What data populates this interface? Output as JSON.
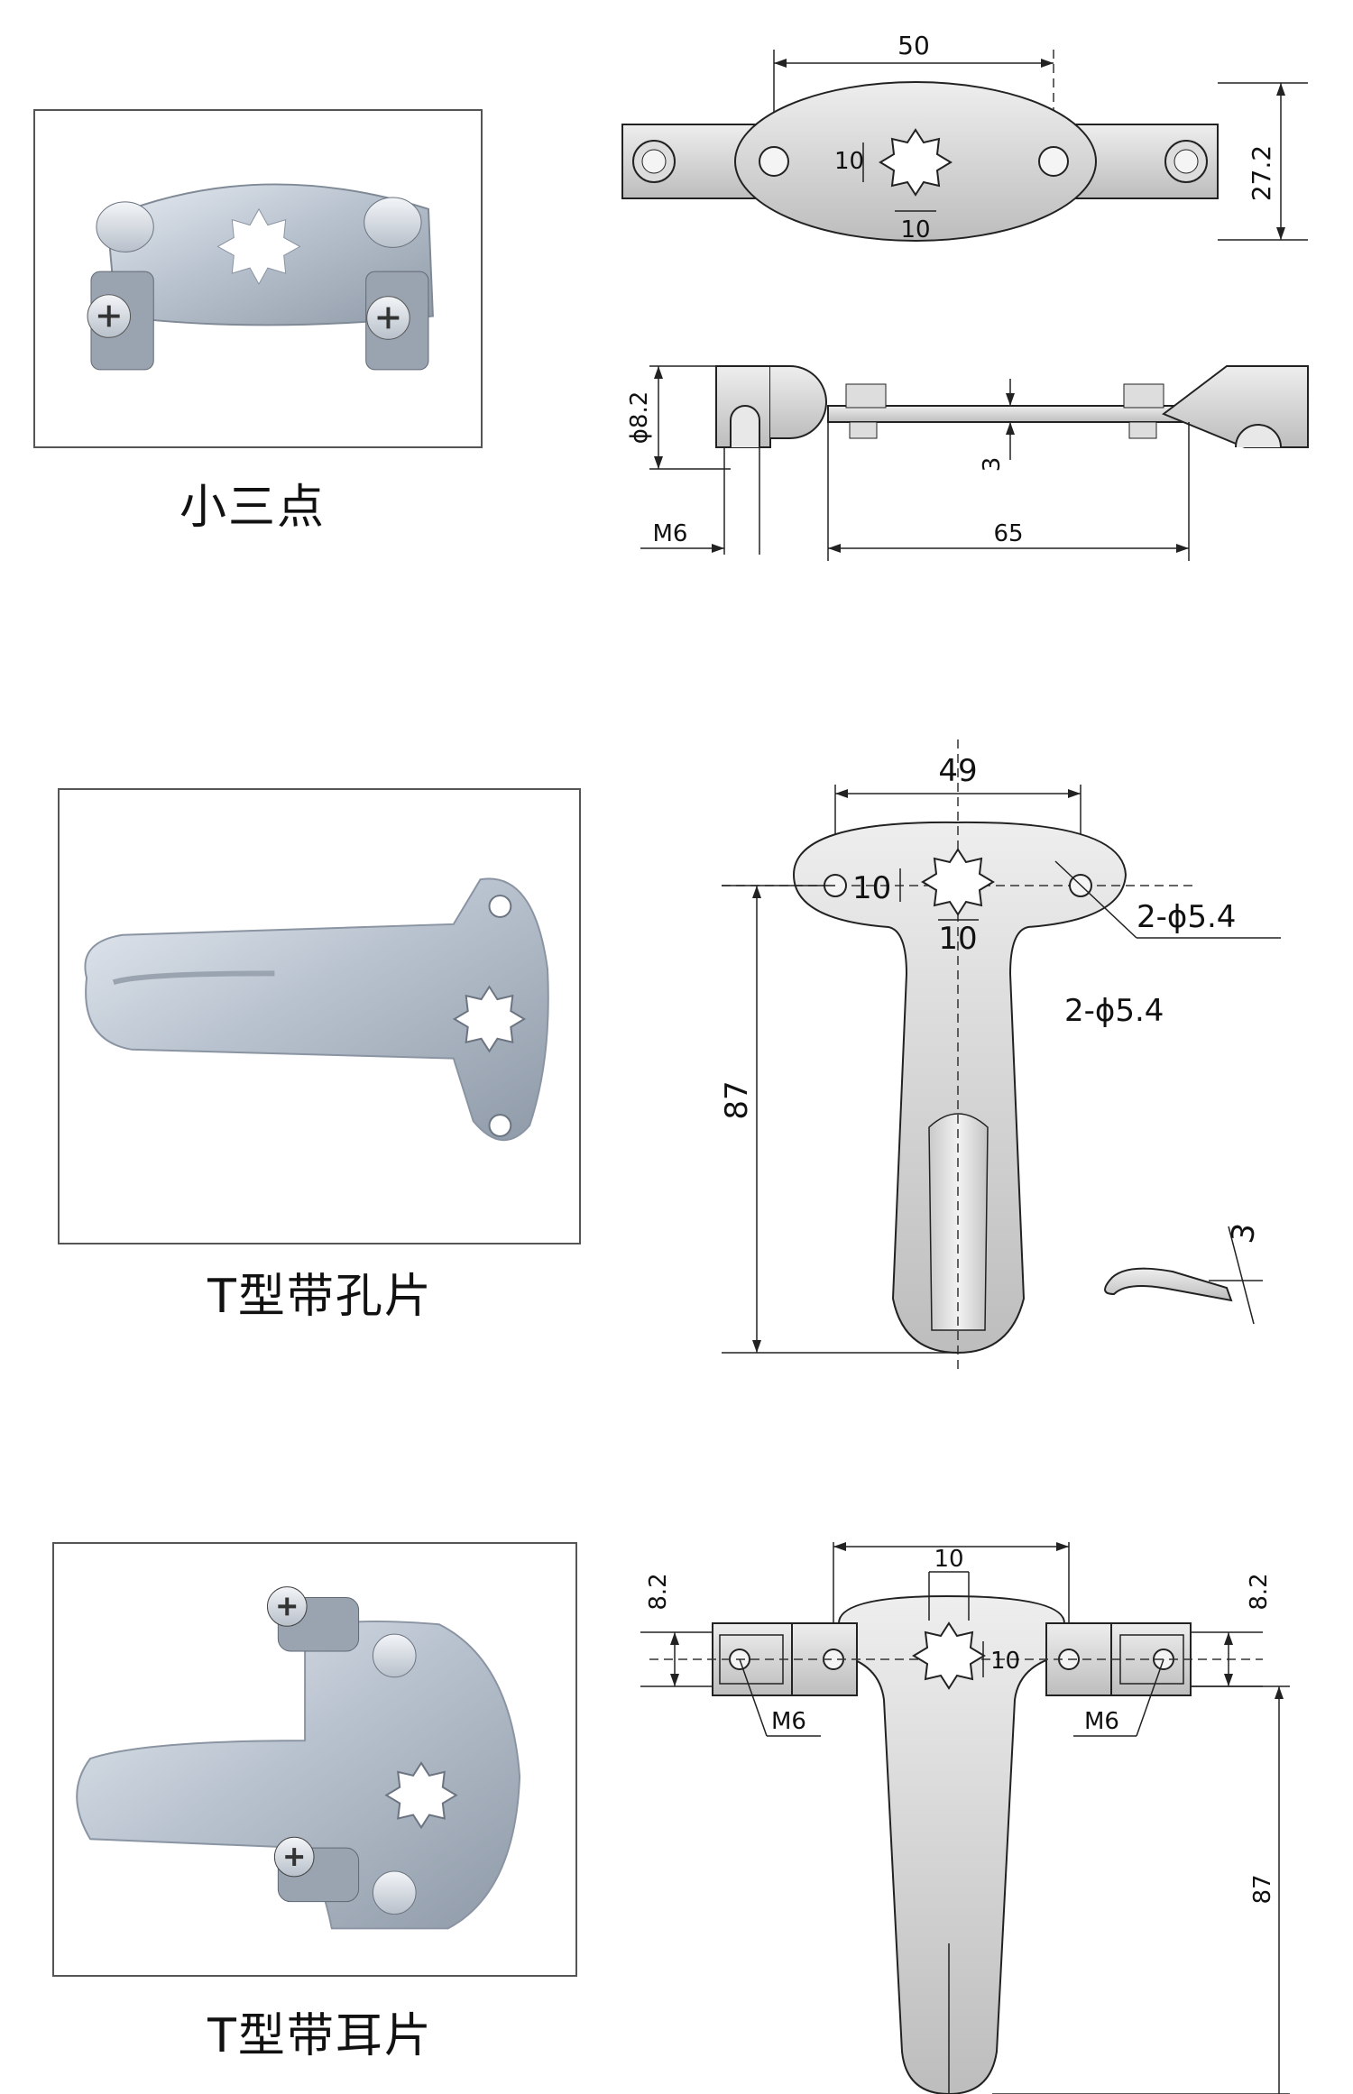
{
  "sections": [
    {
      "caption": "小三点",
      "dims": {
        "width": "50",
        "star_w": "10",
        "star_h": "10",
        "height": "27.2",
        "dia": "ϕ8.2",
        "thread": "M6",
        "thickness": "3",
        "span": "65"
      }
    },
    {
      "caption": "T型带孔片",
      "dims": {
        "width": "49",
        "star_w": "10",
        "star_h": "10",
        "holes_1": "2-ϕ5.4",
        "holes_2": "2-ϕ5.4",
        "length": "87",
        "thickness": "3"
      }
    },
    {
      "caption": "T型带耳片",
      "dims": {
        "star_top": "10",
        "star_side": "10",
        "left_h": "8.2",
        "right_h": "8.2",
        "thread_l": "M6",
        "thread_r": "M6",
        "length": "87"
      }
    }
  ]
}
